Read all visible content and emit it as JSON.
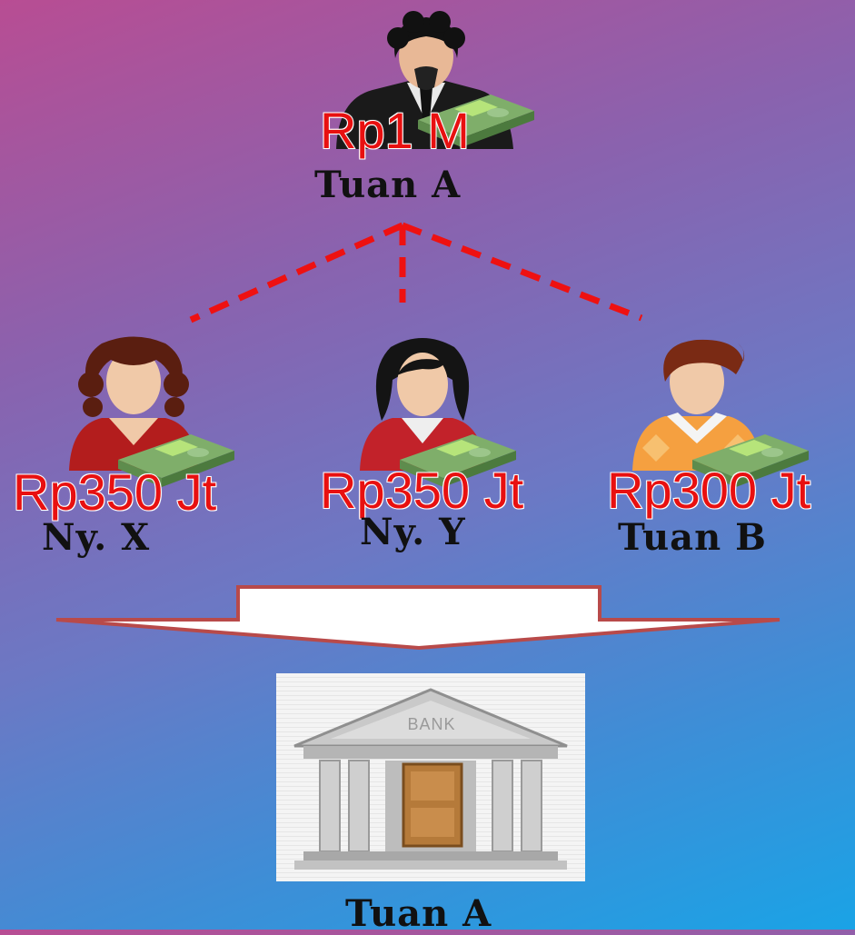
{
  "top": {
    "amount": "Rp1 M",
    "name": "Tuan A"
  },
  "heirs": [
    {
      "amount": "Rp350 Jt",
      "name": "Ny. X"
    },
    {
      "amount": "Rp350 Jt",
      "name": "Ny. Y"
    },
    {
      "amount": "Rp300 Jt",
      "name": "Tuan B"
    }
  ],
  "bank": {
    "sign": "BANK",
    "name": "Tuan A"
  },
  "colors": {
    "dashed_line": "#ee1111",
    "amount_text": "#e81010",
    "arrow_fill": "#ffffff",
    "arrow_border": "#b84a4a"
  },
  "icons": [
    "businessman-icon",
    "money-stack-icon",
    "woman-curly-hair-icon",
    "woman-black-hair-icon",
    "man-icon",
    "bank-icon"
  ]
}
